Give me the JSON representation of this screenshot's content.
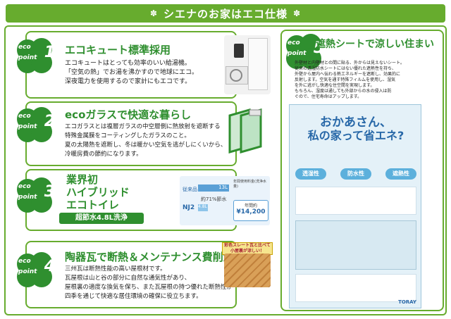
{
  "header": {
    "title": "シエナのお家はエコ仕様"
  },
  "points": [
    {
      "num": "1",
      "title": "エコキュート標準採用",
      "lines": [
        "エコキュートはとっても効率のいい給湯機。",
        "「空気の熱」でお湯を沸かすので地球にエコ。",
        "深夜電力を使用するので家計にもエコです。"
      ]
    },
    {
      "num": "2",
      "title": "ecoガラスで快適な暮らし",
      "lines": [
        "エコガラスとは複層ガラスの中空層側に熱放射を遮断する",
        "特殊金属膜をコーティングしたガラスのこと。",
        "夏の太陽熱を遮断し、冬は暖かい空気を逃がしにくいから、",
        "冷暖房費の節約になります。"
      ]
    },
    {
      "num": "3",
      "title_lines": [
        "業界初",
        "ハイブリッド",
        "エコトイレ"
      ],
      "badge": "超節水4.8L洗浄"
    },
    {
      "num": "4",
      "title": "陶器瓦で断熱＆メンテナンス費削減",
      "lines": [
        "三州瓦は断熱性能の高い屋根材です。",
        "瓦屋根は山と谷の部分に自然な通気性があり、",
        "屋根裏の適度な換気を保ち、また瓦屋根の持つ優れた断熱性が",
        "四季を通じて快適な居住環境の確保に役立ちます。"
      ],
      "tag": "彩色スレート瓦と比べて小屋裏が涼しい！"
    },
    {
      "num": "5",
      "title": "遮熱シートで涼しい住まい",
      "lines": [
        "外壁材と内壁材との間に貼る、外からは見えないシート。",
        "従来の透湿防水シートにはない優れた遮熱性を持ち、",
        "外壁から屋内へ伝わる熱エネルギーを遮断し、効果的に",
        "反射します。空気を通す特殊フィルムを使用し、湿気",
        "を外に逃がし快適な住空間を実現します。",
        "もちろん、湿度は通しても外部からの水の侵入は防",
        "ぐので、住宅寿命はアップします。"
      ]
    }
  ],
  "toilet_chart": {
    "old_label": "従来品",
    "old_value": "13L",
    "new_label": "NJ2",
    "new_value": "4.8L",
    "saving": "約71%節水",
    "annual": "年間使用料金(洗浄水量)",
    "amount_label": "年間約",
    "amount": "¥14,200"
  },
  "flyer": {
    "h1": "おかあさん、",
    "h2": "私の家って省エネ?",
    "tags": [
      "透湿性",
      "防水性",
      "遮熱性"
    ],
    "brand": "TORAY"
  },
  "eco_label": "eco",
  "point_label": "point",
  "colors": {
    "green": "#67ac2e",
    "dark_green": "#2f8f2f",
    "blue": "#2868a8"
  }
}
